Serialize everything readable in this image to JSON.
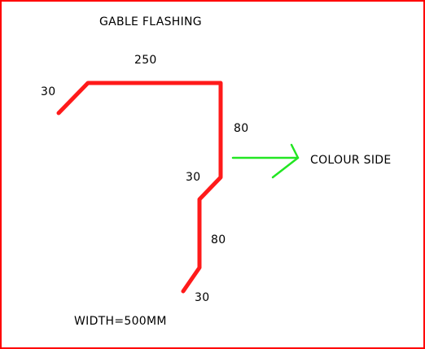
{
  "title": "GABLE FLASHING",
  "dimensions": {
    "top_return": "30",
    "top_width": "250",
    "upper_drop": "80",
    "middle_step": "30",
    "lower_drop": "80",
    "bottom_return": "30"
  },
  "colour_side_label": "COLOUR SIDE",
  "width_note": "WIDTH=500MM",
  "colors": {
    "profile": "#ff1a1a",
    "arrow": "#22e622",
    "border": "#ff0000",
    "text": "#000000"
  }
}
